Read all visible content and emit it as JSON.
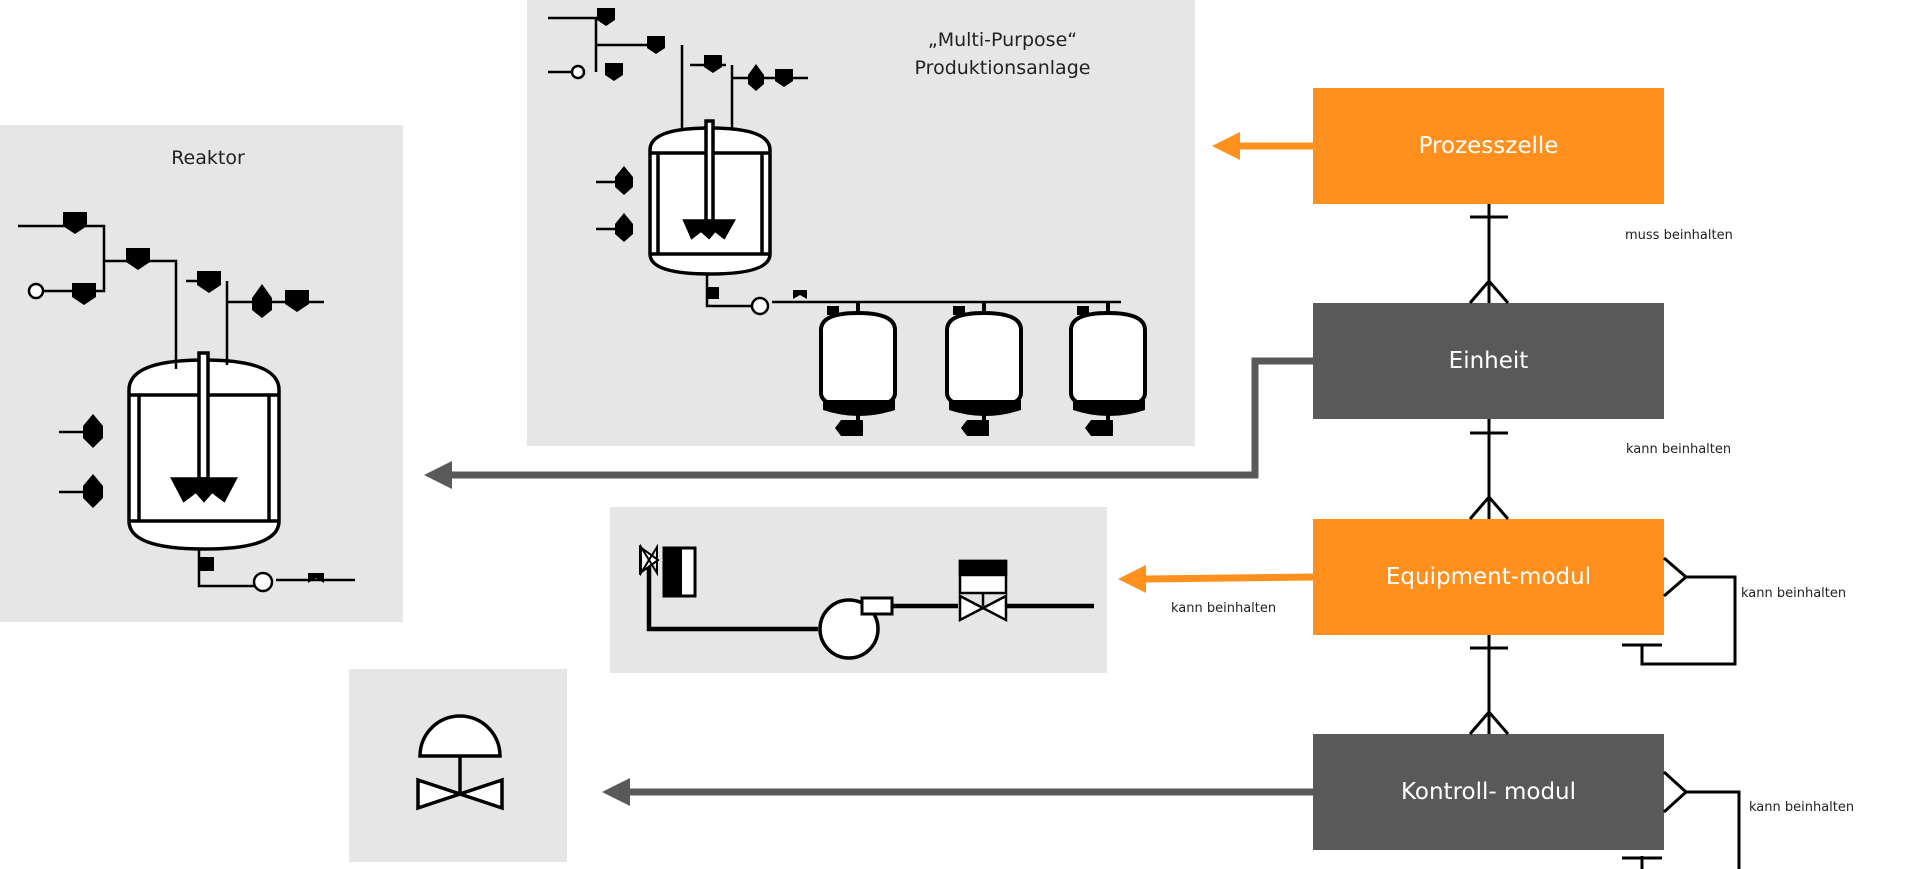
{
  "colors": {
    "orange": "#ff901e",
    "gray": "#595959",
    "panel": "#e6e6e6"
  },
  "panels": {
    "plant_title_line1": "„Multi-Purpose“",
    "plant_title_line2": "Produktionsanlage",
    "reactor_title": "Reaktor"
  },
  "hierarchy": {
    "process_cell": "Prozesszelle",
    "unit": "Einheit",
    "equipment_module": "Equipment-modul",
    "control_module": "Kontroll- modul"
  },
  "relations": {
    "cell_unit": "muss beinhalten",
    "unit_equipment": "kann beinhalten",
    "equipment_self": "kann beinhalten",
    "equipment_arrow": "kann beinhalten",
    "control_self": "kann beinhalten"
  },
  "icons": [
    "reactor-vessel-icon",
    "storage-tank-icon",
    "pump-icon",
    "valve-icon",
    "actuated-valve-icon"
  ]
}
